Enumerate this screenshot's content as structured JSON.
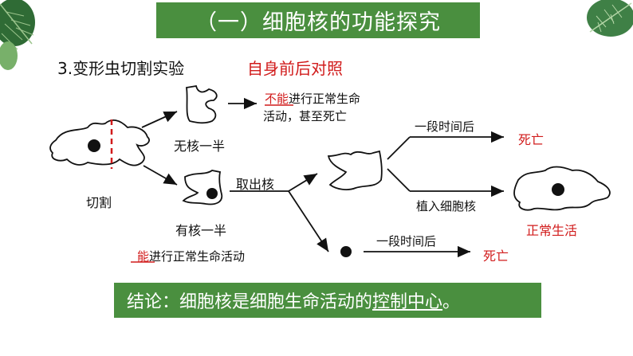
{
  "title": "（一）细胞核的功能探究",
  "subtitle": {
    "heading": "3.变形虫切割实验",
    "note": "自身前后对照"
  },
  "labels": {
    "cut": "切割",
    "no_nucleus_half": "无核一半",
    "with_nucleus_half": "有核一半",
    "remove_nucleus": "取出核",
    "after_time_top": "一段时间后",
    "after_time_bottom": "一段时间后",
    "implant_nucleus": "植入细胞核",
    "death_top": "死亡",
    "death_bottom": "死亡",
    "normal_life": "正常生活"
  },
  "results": {
    "no_nucleus_cannot": "不能",
    "no_nucleus_rest_line1": "进行正常生命",
    "no_nucleus_line2": "活动，甚至死亡",
    "with_nucleus_can": "能",
    "with_nucleus_rest": "进行正常生命活动"
  },
  "conclusion": {
    "prefix": "结论：细胞核是细胞生命活动的",
    "highlight": "控制中心",
    "suffix": "。"
  },
  "colors": {
    "green_bar": "#4a8f3f",
    "red": "#d11b1b",
    "leaf_dark": "#2f6b35",
    "leaf_light": "#78b06a"
  }
}
